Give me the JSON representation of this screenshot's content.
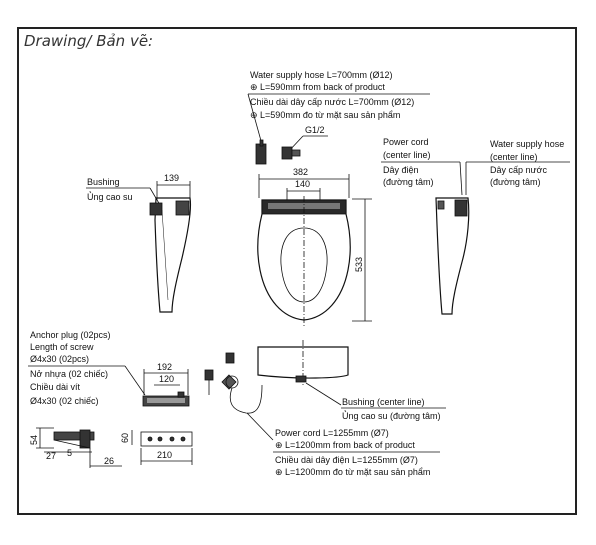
{
  "heading": "Drawing/ Bản vẽ:",
  "water_hose": {
    "line1": "Water supply hose L=700mm (Ø12)",
    "line2": "⊕ L=590mm from back of product",
    "line3": "Chiều dài dây cấp nước L=700mm (Ø12)",
    "line4": "⊕ L=590mm đo từ mặt sau sản phẩm"
  },
  "thread": "G1/2",
  "top_view_dims": {
    "outer": "382",
    "inner": "140",
    "depth": "533"
  },
  "bushing_left": {
    "en": "Bushing",
    "vi": "Ủng cao su",
    "dim": "139"
  },
  "power_cord_side": {
    "line1": "Power cord",
    "line2": "(center line)",
    "line3": "Dây điện",
    "line4": "(đường tâm)"
  },
  "water_hose_side": {
    "line1": "Water supply hose",
    "line2": "(center line)",
    "line3": "Dây cấp nước",
    "line4": "(đường tâm)"
  },
  "anchor": {
    "line1": "Anchor plug (02pcs)",
    "line2": "Length of screw",
    "line3": "Ø4x30 (02pcs)",
    "line4": "Nở nhựa (02 chiếc)",
    "line5": "Chiều dài vít",
    "line6": "Ø4x30 (02 chiếc)"
  },
  "plate_dims": {
    "w192": "192",
    "w120": "120",
    "h60": "60",
    "w210": "210"
  },
  "bracket_dims": {
    "h54": "54",
    "w27": "27",
    "w5": "5",
    "w26": "26"
  },
  "bushing_center": {
    "en": "Bushing (center line)",
    "vi": "Ủng cao su (đường tâm)"
  },
  "power_cord_bottom": {
    "line1": "Power cord L=1255mm (Ø7)",
    "line2": "⊕ L=1200mm from back of product",
    "line3": "Chiều dài dây điện L=1255mm (Ø7)",
    "line4": "⊕ L=1200mm đo từ mặt sau sản phẩm"
  }
}
